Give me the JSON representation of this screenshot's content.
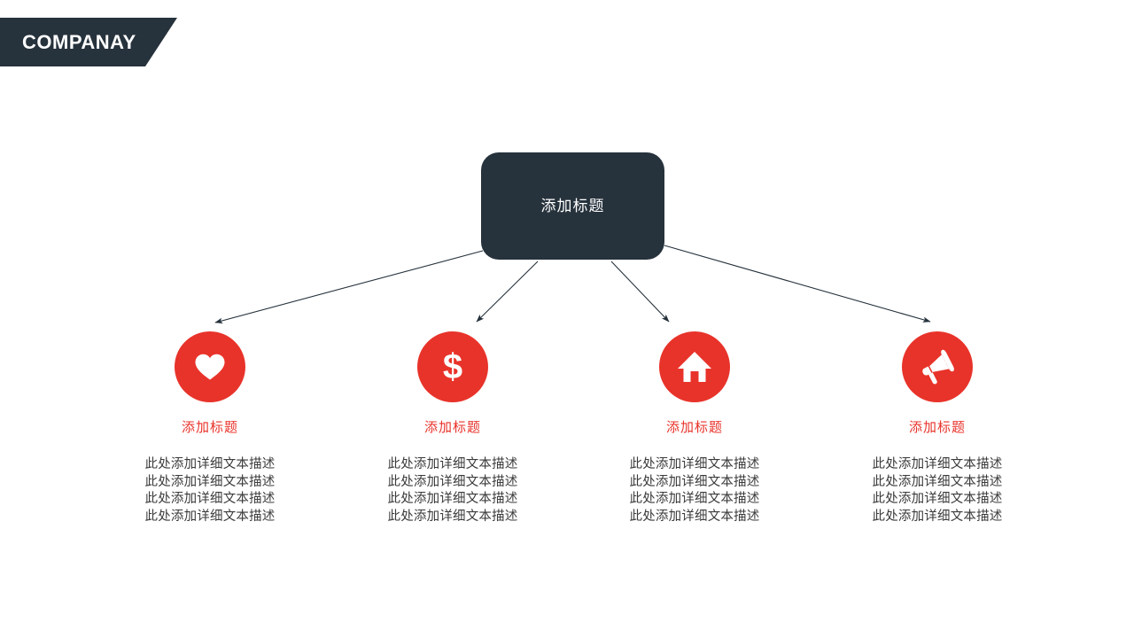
{
  "header": {
    "company_label": "COMPANAY",
    "banner_color": "#26323c"
  },
  "diagram": {
    "type": "hub-and-spoke",
    "accent_color": "#e8332a",
    "dark_color": "#26323c",
    "center": {
      "label": "添加标题",
      "shape": "rounded-rectangle"
    },
    "branches": [
      {
        "icon": "heart-icon",
        "title": "添加标题",
        "body_lines": [
          "此处添加详细文本描述",
          "此处添加详细文本描述",
          "此处添加详细文本描述",
          "此处添加详细文本描述"
        ]
      },
      {
        "icon": "dollar-icon",
        "title": "添加标题",
        "body_lines": [
          "此处添加详细文本描述",
          "此处添加详细文本描述",
          "此处添加详细文本描述",
          "此处添加详细文本描述"
        ]
      },
      {
        "icon": "home-icon",
        "title": "添加标题",
        "body_lines": [
          "此处添加详细文本描述",
          "此处添加详细文本描述",
          "此处添加详细文本描述",
          "此处添加详细文本描述"
        ]
      },
      {
        "icon": "megaphone-icon",
        "title": "添加标题",
        "body_lines": [
          "此处添加详细文本描述",
          "此处添加详细文本描述",
          "此处添加详细文本描述",
          "此处添加详细文本描述"
        ]
      }
    ]
  }
}
